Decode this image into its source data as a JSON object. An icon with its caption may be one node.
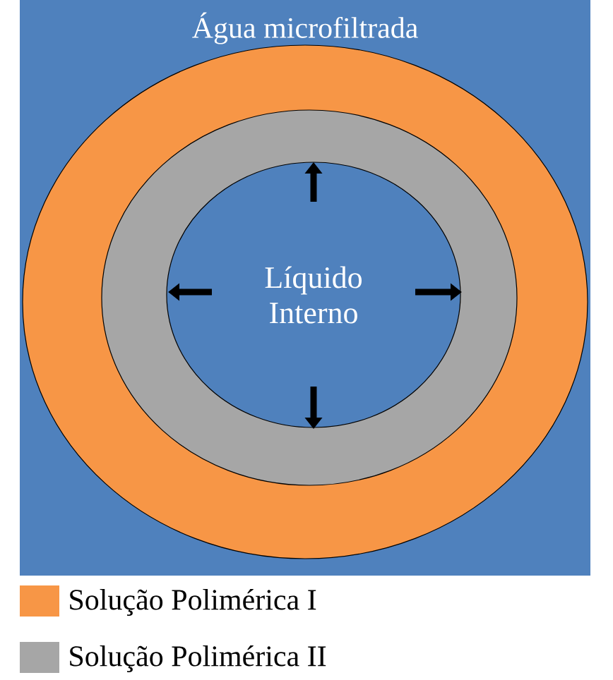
{
  "diagram": {
    "nodes": [
      {
        "text": [
          "Água microfiltrada"
        ]
      },
      {
        "text": [],
        "shape": "circle",
        "in": 0
      },
      {
        "text": [],
        "shape": "circle",
        "in": 1
      },
      {
        "text": [
          "Líquido Interno"
        ],
        "in": 2
      }
    ],
    "legend": [
      {
        "text": "Solução Polimérica I",
        "color": "#f79646"
      },
      {
        "text": "Solução Polimérica II",
        "color": "#a6a6a6"
      }
    ]
  }
}
